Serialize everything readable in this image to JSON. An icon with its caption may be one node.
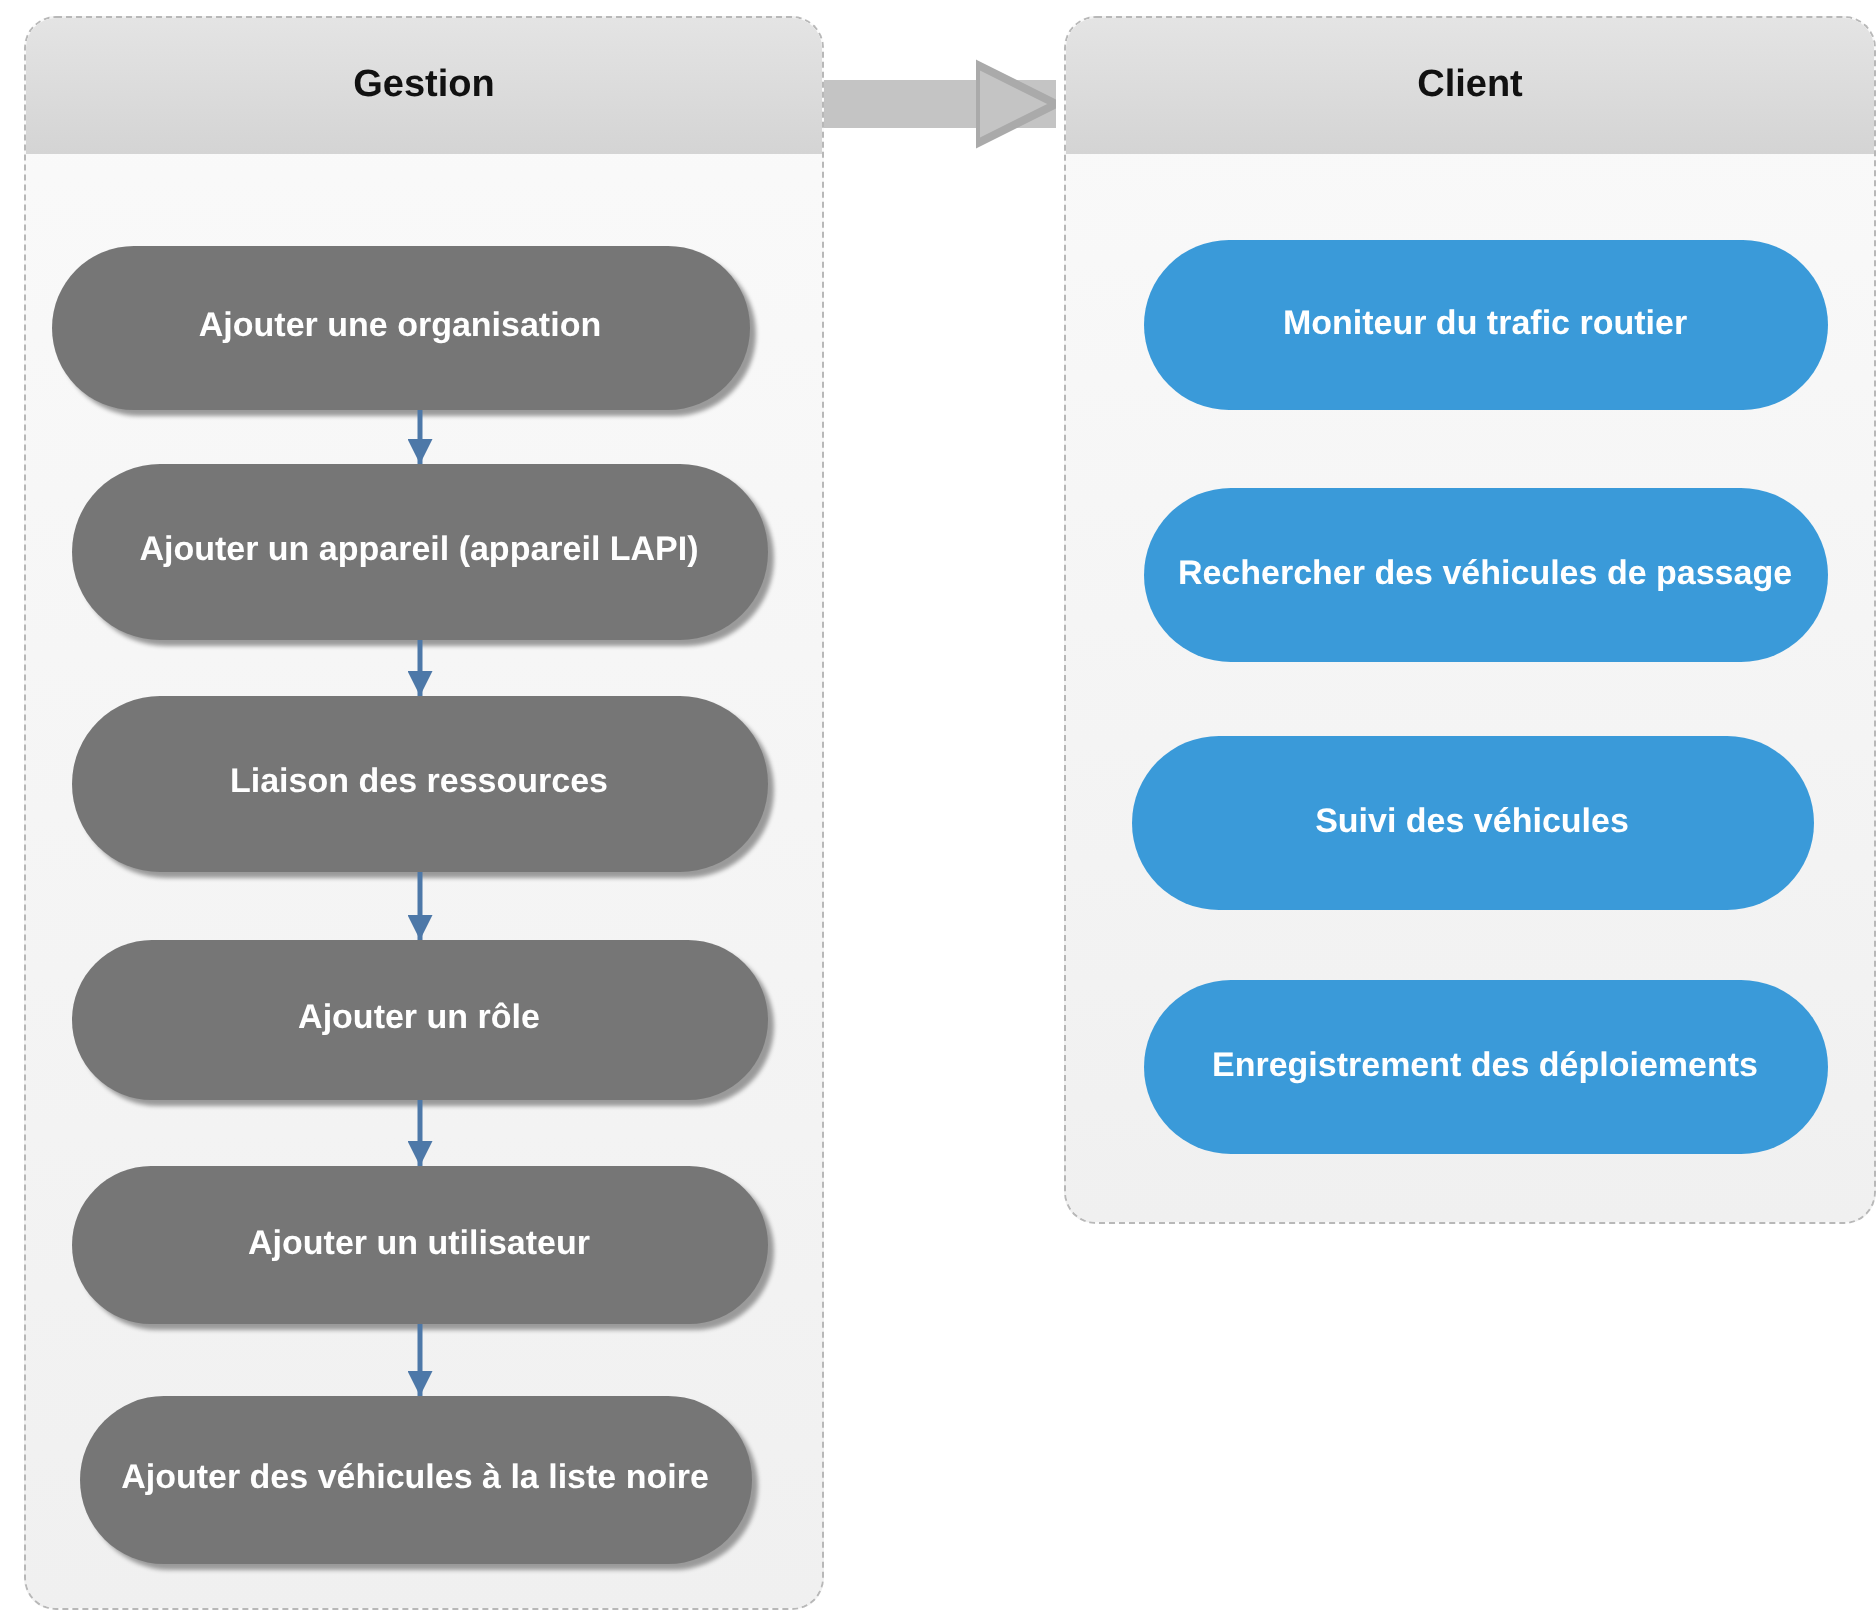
{
  "diagram": {
    "nodes": [
      {
        "text": [
          "Gestion"
        ]
      },
      {
        "text": [
          "Ajouter une organisation"
        ],
        "in": 0
      },
      {
        "text": [
          "Ajouter un appareil (appareil LAPI)"
        ],
        "in": 0
      },
      {
        "text": [
          "Liaison des ressources"
        ],
        "in": 0
      },
      {
        "text": [
          "Ajouter un rôle"
        ],
        "in": 0
      },
      {
        "text": [
          "Ajouter un utilisateur"
        ],
        "in": 0
      },
      {
        "text": [
          "Ajouter des véhicules à la liste noire"
        ],
        "in": 0
      },
      {
        "text": [
          "Client"
        ]
      },
      {
        "text": [
          "Moniteur du trafic routier"
        ],
        "in": 7
      },
      {
        "text": [
          "Rechercher des véhicules de passage"
        ],
        "in": 7
      },
      {
        "text": [
          "Suivi des véhicules"
        ],
        "in": 7
      },
      {
        "text": [
          "Enregistrement des déploiements"
        ],
        "in": 7
      }
    ],
    "edges": [
      {
        "from": 0,
        "to": 7,
        "arrow": "to",
        "style": "thick",
        "color": "#c4c4c4"
      },
      {
        "from": 1,
        "to": 2,
        "arrow": "to"
      },
      {
        "from": 2,
        "to": 3,
        "arrow": "to"
      },
      {
        "from": 3,
        "to": 4,
        "arrow": "to"
      },
      {
        "from": 4,
        "to": 5,
        "arrow": "to"
      },
      {
        "from": 5,
        "to": 6,
        "arrow": "to"
      }
    ]
  }
}
